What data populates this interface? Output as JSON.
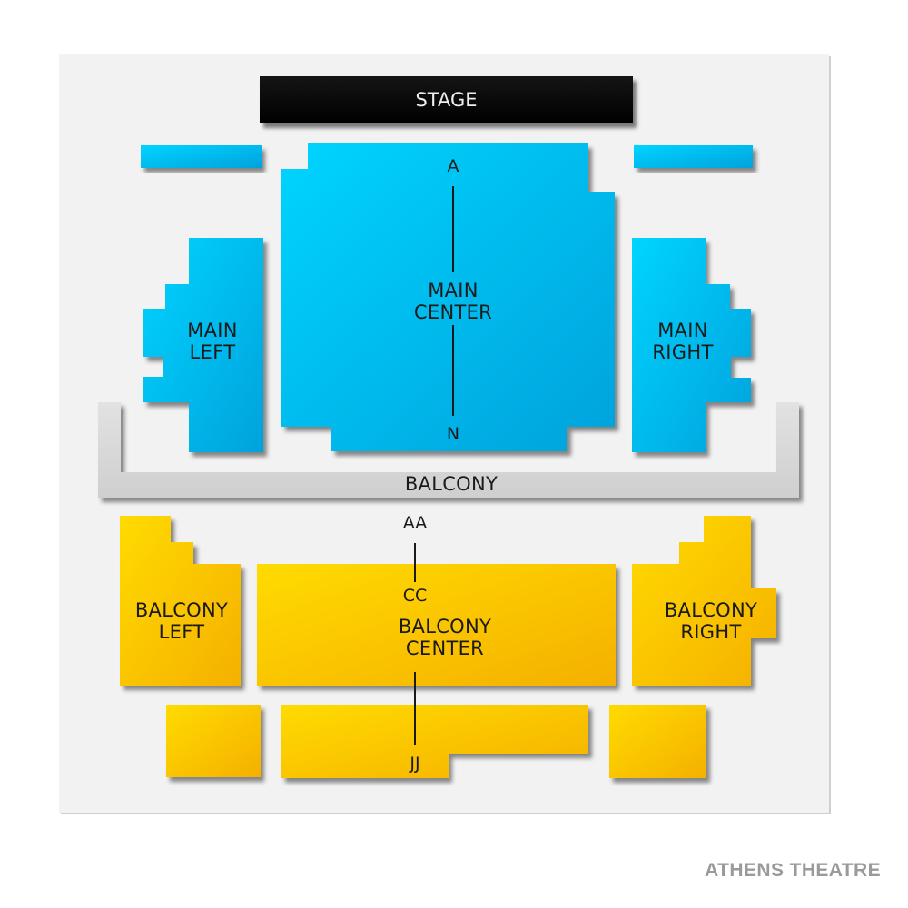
{
  "venue": {
    "name": "ATHENS THEATRE"
  },
  "stage": {
    "label": "STAGE"
  },
  "colors": {
    "main_level": "#00b8ee",
    "balcony_level": "#fcc800",
    "balcony_bar": "#d9d9d9",
    "stage": "#000000",
    "background": "#f2f2f2"
  },
  "sections": {
    "main_left": {
      "line1": "MAIN",
      "line2": "LEFT"
    },
    "main_center": {
      "line1": "MAIN",
      "line2": "CENTER",
      "row_first": "A",
      "row_last": "N"
    },
    "main_right": {
      "line1": "MAIN",
      "line2": "RIGHT"
    },
    "box_left": {
      "label": ""
    },
    "box_right": {
      "label": ""
    },
    "balcony_divider": {
      "label": "BALCONY"
    },
    "balcony_left": {
      "line1": "BALCONY",
      "line2": "LEFT"
    },
    "balcony_center": {
      "line1": "BALCONY",
      "line2": "CENTER",
      "row_first": "AA",
      "row_mid": "CC",
      "row_last": "JJ"
    },
    "balcony_right": {
      "line1": "BALCONY",
      "line2": "RIGHT"
    },
    "balcony_lower_left": {
      "label": ""
    },
    "balcony_lower_center": {
      "label": ""
    },
    "balcony_lower_right": {
      "label": ""
    }
  }
}
